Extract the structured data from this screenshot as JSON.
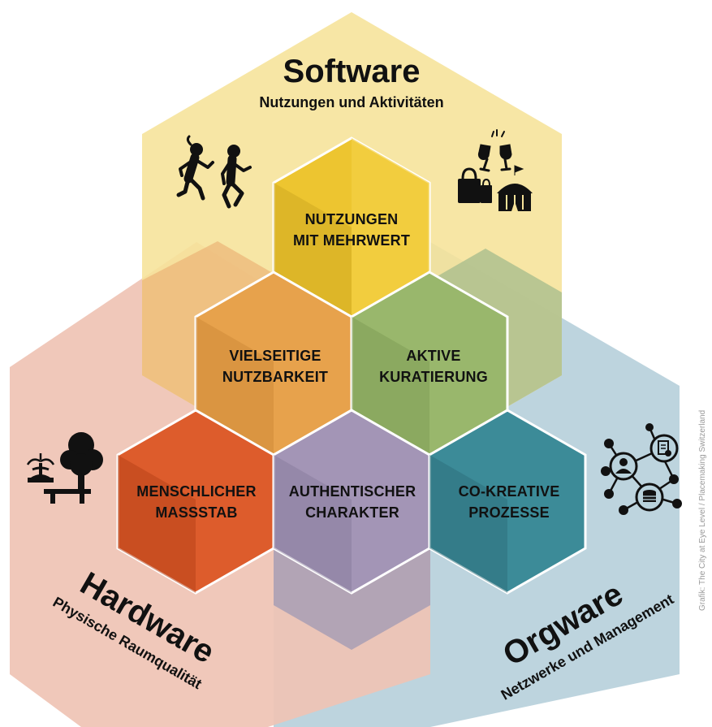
{
  "software": {
    "title": "Software",
    "subtitle": "Nutzungen und Aktivitäten"
  },
  "hardware": {
    "title": "Hardware",
    "subtitle": "Physische Raumqualität"
  },
  "orgware": {
    "title": "Orgware",
    "subtitle": "Netzwerke und Management"
  },
  "cells": {
    "nutzungen": {
      "line1": "NUTZUNGEN",
      "line2": "MIT MEHRWERT"
    },
    "vielseitige": {
      "line1": "VIELSEITIGE",
      "line2": "NUTZBARKEIT"
    },
    "aktive": {
      "line1": "AKTIVE",
      "line2": "KURATIERUNG"
    },
    "menschlicher": {
      "line1": "MENSCHLICHER",
      "line2": "MASSSTAB"
    },
    "authentischer": {
      "line1": "AUTHENTISCHER",
      "line2": "CHARAKTER"
    },
    "cokreative": {
      "line1": "CO-KREATIVE",
      "line2": "PROZESSE"
    }
  },
  "credit": "Grafik: The City at Eye Level / Placemaking Switzerland",
  "colors": {
    "software_bg": "#f7e7a0",
    "hardware_bg": "#efc3b4",
    "orgware_bg": "#b9d2dc",
    "yellow": "#edc530",
    "orange": "#e7a24c",
    "green": "#99b76c",
    "red": "#dd5c2c",
    "purple": "#a395b6",
    "teal": "#3c8b98"
  },
  "icons": [
    "people-walking-icon",
    "toast-glasses-icon",
    "shopping-bags-icon",
    "circus-tent-icon",
    "park-fountain-tree-bench-icon",
    "network-nodes-icon"
  ]
}
